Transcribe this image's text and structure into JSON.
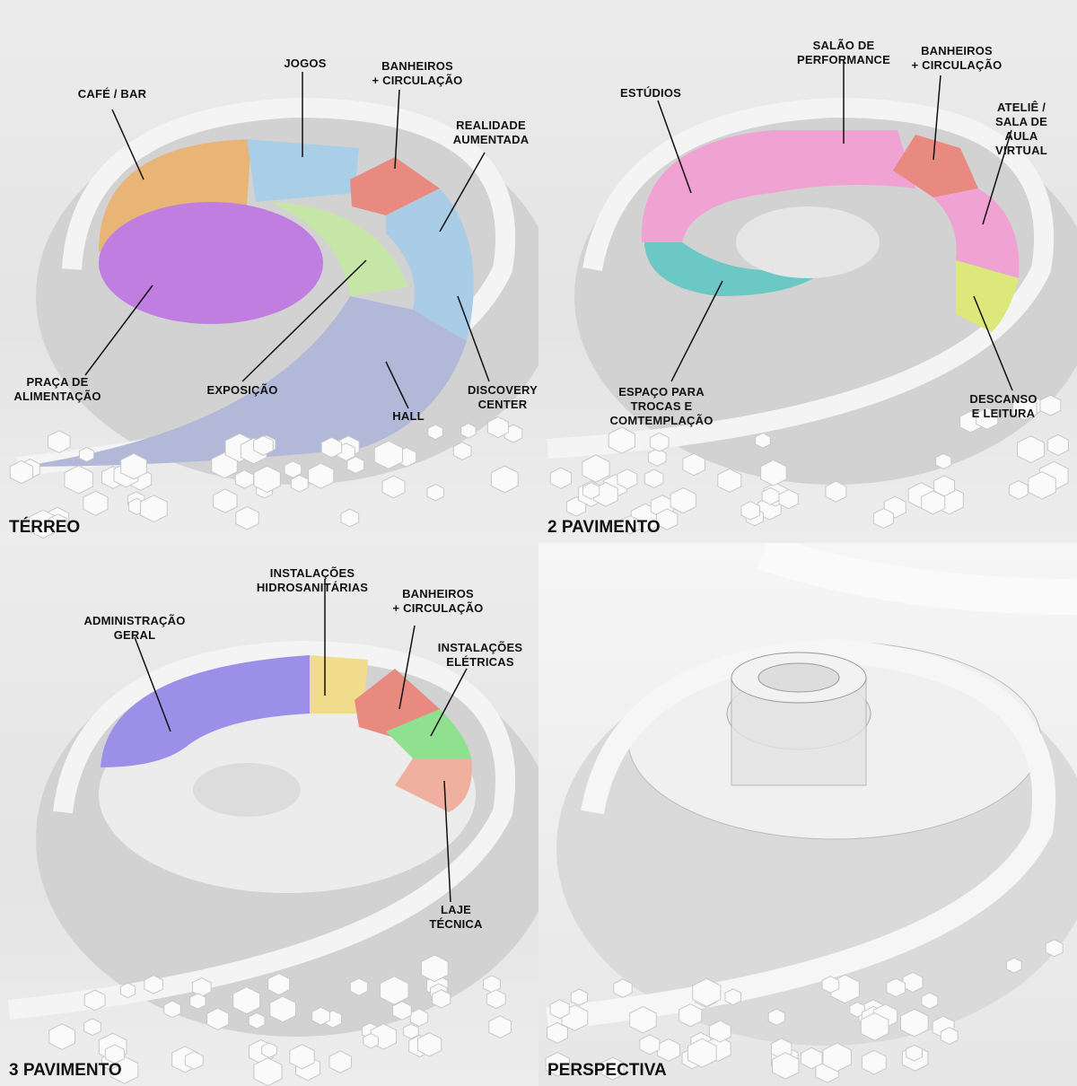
{
  "panels": [
    {
      "title": "TÉRREO",
      "labels": [
        "CAFÉ / BAR",
        "JOGOS",
        "BANHEIROS\n+ CIRCULAÇÃO",
        "REALIDADE\nAUMENTADA",
        "PRAÇA DE\nALIMENTAÇÃO",
        "EXPOSIÇÃO",
        "HALL",
        "DISCOVERY\nCENTER"
      ]
    },
    {
      "title": "2 PAVIMENTO",
      "labels": [
        "ESTÚDIOS",
        "SALÃO DE\nPERFORMANCE",
        "BANHEIROS\n+ CIRCULAÇÃO",
        "ATELIÊ / SALA DE\nAULA VIRTUAL",
        "ESPAÇO PARA\nTROCAS E\nCOMTEMPLAÇÃO",
        "DESCANSO\nE LEITURA"
      ]
    },
    {
      "title": "3 PAVIMENTO",
      "labels": [
        "ADMINISTRAÇÃO\nGERAL",
        "INSTALAÇÕES\nHIDROSANITÁRIAS",
        "BANHEIROS\n+ CIRCULAÇÃO",
        "INSTALAÇÕES\nELÉTRICAS",
        "LAJE TÉCNICA"
      ]
    },
    {
      "title": "PERSPECTIVA"
    }
  ],
  "colors": {
    "cafe": "#e8b577",
    "jogos": "#a9cfe8",
    "banheiros": "#e88a80",
    "realidade": "#a9cde6",
    "praca": "#c07ee0",
    "exposicao": "#c6e6a8",
    "hall": "#b2b8d8",
    "estudios": "#f0a2d2",
    "espaco": "#6cc8c4",
    "descanso": "#dde87a",
    "admin": "#9b8fe8",
    "hidro": "#f0dc8c",
    "eletricas": "#8fe08f",
    "laje": "#f0b0a0"
  }
}
